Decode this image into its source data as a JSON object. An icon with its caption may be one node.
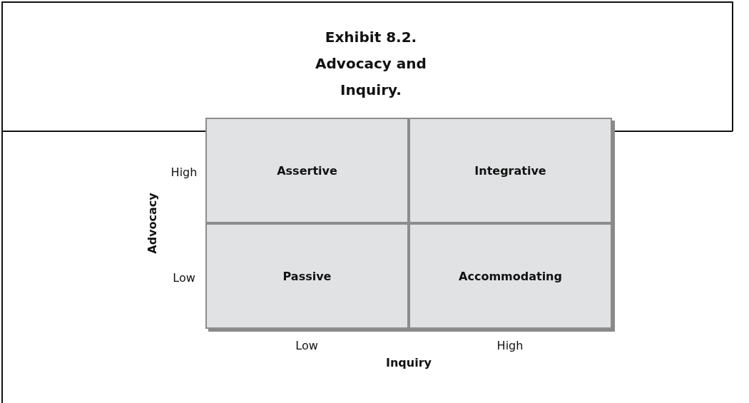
{
  "diagram": {
    "title": "Exhibit 8.2. Advocacy and Inquiry.",
    "nodes": [
      {
        "text": [
          "Assertive"
        ]
      },
      {
        "text": [
          "Integrative"
        ]
      },
      {
        "text": [
          "Passive"
        ]
      },
      {
        "text": [
          "Accommodating"
        ]
      }
    ],
    "edges": [],
    "labels": [
      "High",
      "Low",
      "Advocacy",
      "Low",
      "High",
      "Inquiry"
    ]
  }
}
